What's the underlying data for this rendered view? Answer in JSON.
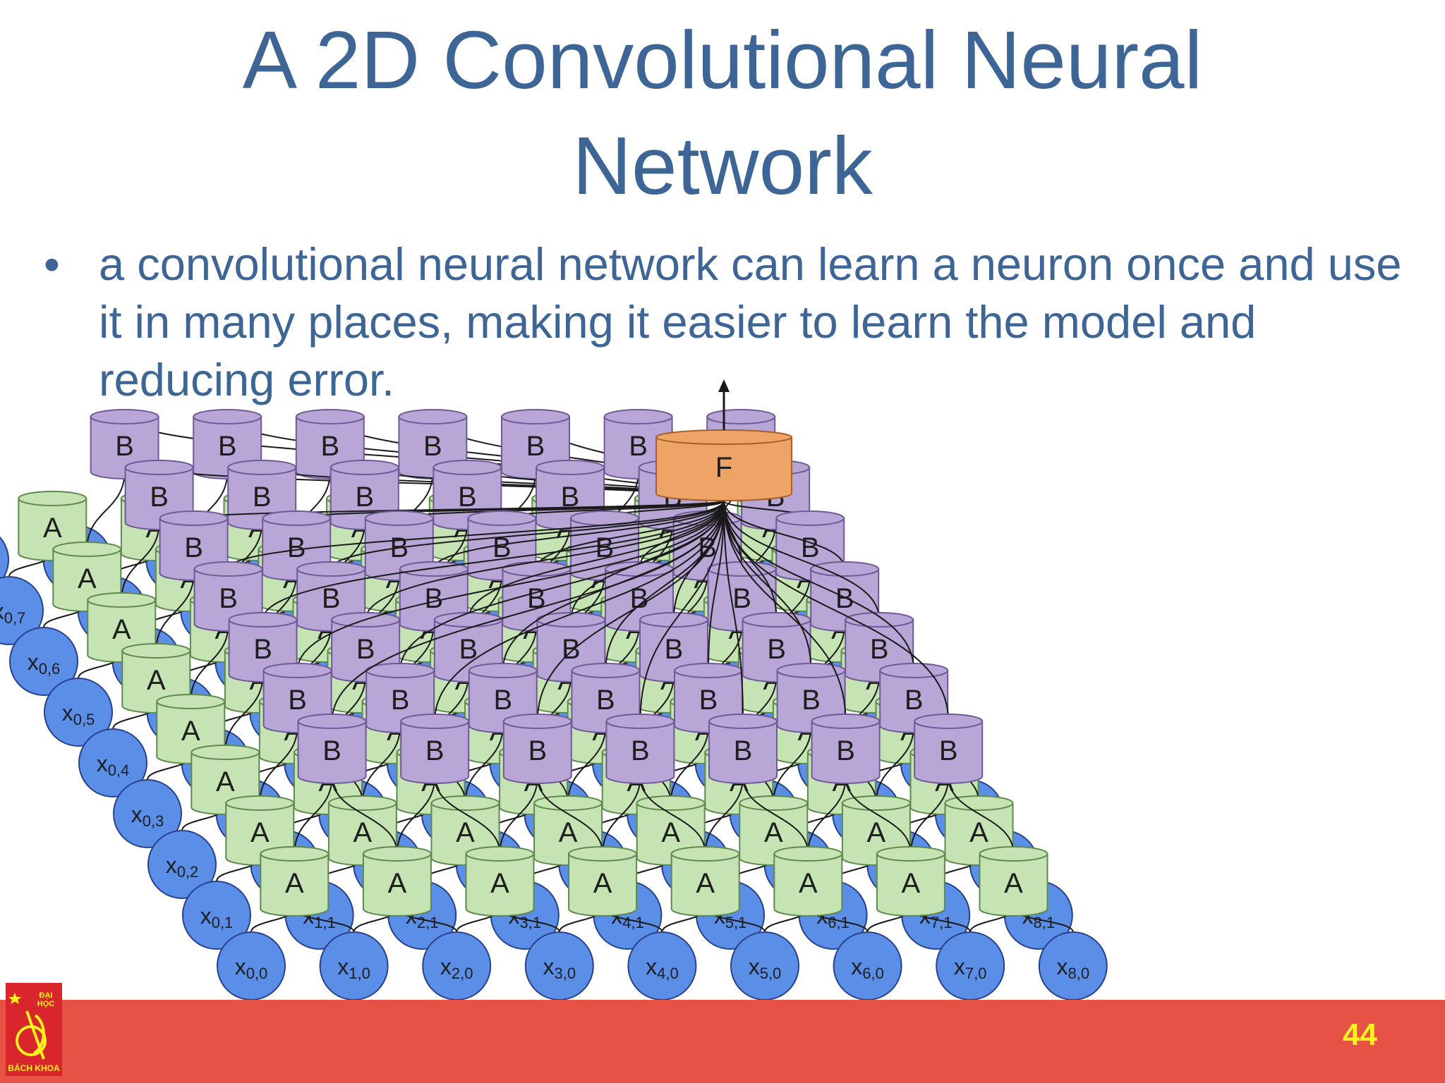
{
  "slide": {
    "title_line1": "A 2D Convolutional Neural",
    "title_line2": "Network",
    "bullets": [
      "a convolutional neural network can learn a neuron once and use it in many places, making it easier to learn the model and reducing error."
    ],
    "bullet_symbol": "•",
    "page_number": "44"
  },
  "logo": {
    "top_text": "ĐẠI HỌC",
    "bottom_text": "BÁCH KHOA",
    "star_icon": "star-icon"
  },
  "diagram": {
    "output_label": "F",
    "conv2_label": "B",
    "conv1_label": "A",
    "input_prefix": "x",
    "grid_size": 9,
    "conv1_size": 8,
    "conv2_size": 7,
    "colors": {
      "output_fill": "#eea466",
      "output_stroke": "#a8602a",
      "conv2_fill": "#b8a6d6",
      "conv2_stroke": "#6e5a96",
      "conv1_fill": "#c6e3b4",
      "conv1_stroke": "#5f8a4e",
      "input_fill": "#5b8ee6",
      "input_stroke": "#27418a",
      "text": "#1e1e1e",
      "title": "#3d6596",
      "footer": "#e65244",
      "page_number": "#fff21e"
    }
  }
}
